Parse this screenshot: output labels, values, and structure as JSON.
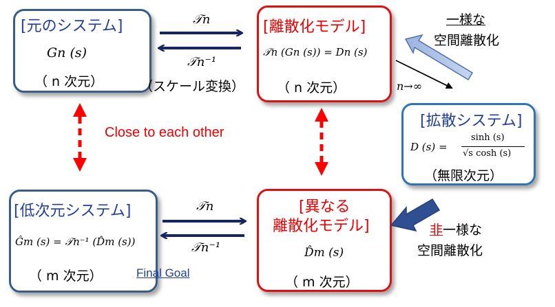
{
  "colors": {
    "navy_border": "#385d8a",
    "red_border": "#dd1111",
    "blue_border": "#2f75b5",
    "title_blue": "#1f3f9f",
    "title_red": "#ee0000",
    "arrow_navy": "#16265e",
    "arrow_red": "#ff0000",
    "close_text": "#ee0000"
  },
  "original_system": {
    "title": "[元のシステム]",
    "formula": "Gn (s)",
    "dimension": "（ n 次元）"
  },
  "discrete_model": {
    "title": "[離散化モデル]",
    "formula": "𝒯n (Gn (s)) = Dn (s)",
    "dimension": "（ n 次元）"
  },
  "diffusion_system": {
    "title": "[拡散システム]",
    "formula_lhs": "D (s) =",
    "formula_num": "sinh (s)",
    "formula_den": "√s cosh (s)",
    "dimension": "（無限次元）"
  },
  "low_order_system": {
    "title": "[低次元システム]",
    "formula": "Ĝm (s) = 𝒯n⁻¹ (D̂m (s))",
    "dimension": "（ m 次元）"
  },
  "different_model": {
    "title_line1": "[異なる",
    "title_line2": "離散化モデル]",
    "formula": "D̂m (s)",
    "dimension": "（ m 次元）"
  },
  "labels": {
    "top_forward": "𝒯n",
    "top_inverse": "𝒯n⁻¹",
    "scale_transform": "（スケール変換）",
    "uniform_line1": "一様な",
    "uniform_line2": "空間離散化",
    "limit": "n→∞",
    "close_to_each_other": "Close to each other",
    "bottom_forward": "𝒯n",
    "bottom_inverse": "𝒯n⁻¹",
    "nonuniform_prefix": "非",
    "nonuniform_rest": "一様な",
    "nonuniform_line2": "空間離散化",
    "final_goal": "Final Goal"
  }
}
